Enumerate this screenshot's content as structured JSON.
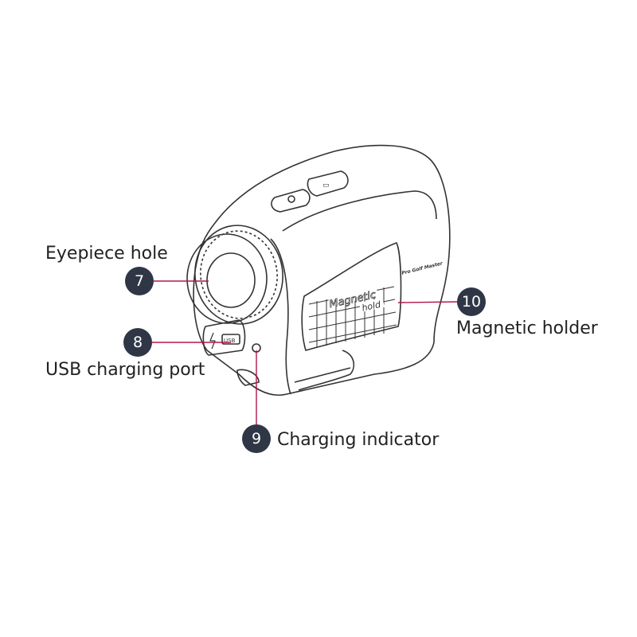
{
  "callouts": [
    {
      "number": "7",
      "label": "Eyepiece hole"
    },
    {
      "number": "8",
      "label": "USB charging port"
    },
    {
      "number": "9",
      "label": "Charging indicator"
    },
    {
      "number": "10",
      "label": "Magnetic holder"
    }
  ],
  "device_markings": {
    "brand": "Pro Golf Master",
    "panel_text_1": "Magnetic",
    "panel_text_2": "hold",
    "port_text": "USB"
  },
  "colors": {
    "badge": "#2f3746",
    "leader_line": "#b3174b",
    "outline": "#333333"
  }
}
